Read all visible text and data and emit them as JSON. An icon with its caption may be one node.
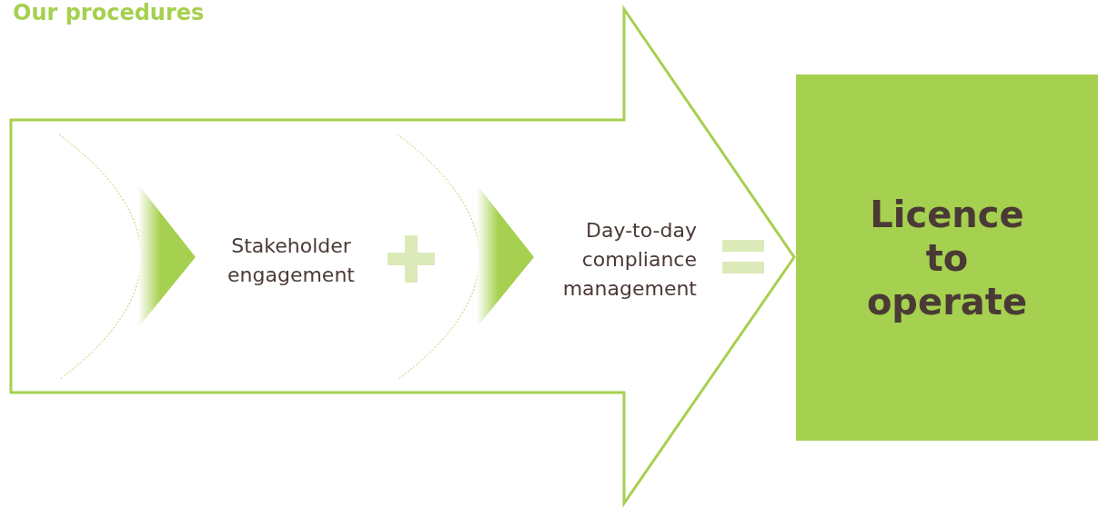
{
  "diagram": {
    "title": "Our procedures",
    "nodes": [
      {
        "text": [],
        "shape": "arrow"
      },
      {
        "text": [
          "Stakeholder engagement"
        ],
        "in": 0
      },
      {
        "text": [
          "Day-to-day compliance management"
        ],
        "in": 0
      },
      {
        "text": [
          "Licence to operate"
        ]
      }
    ],
    "edges": []
  }
}
